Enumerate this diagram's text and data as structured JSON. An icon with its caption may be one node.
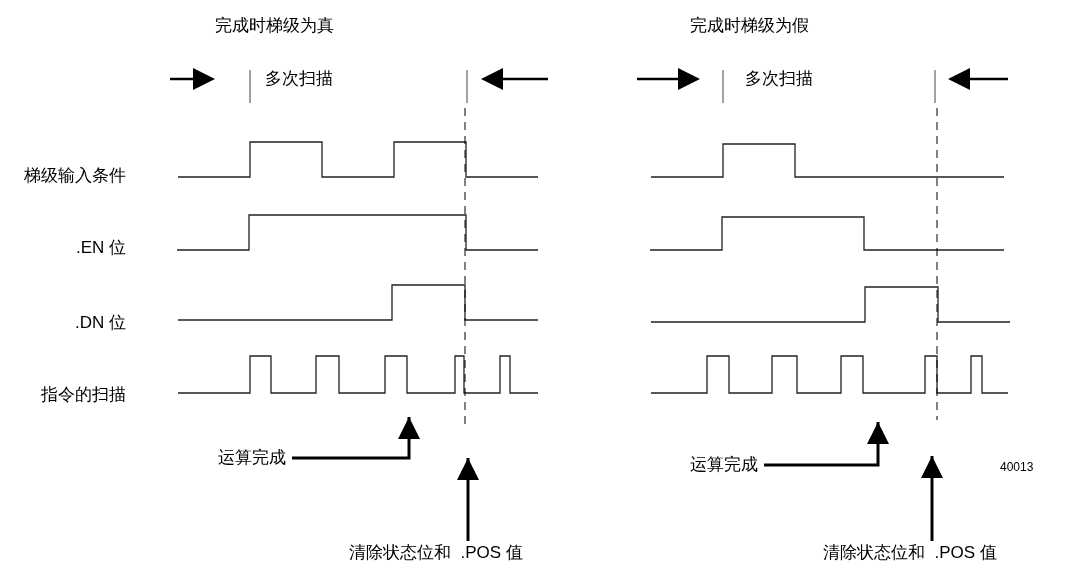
{
  "diagram": {
    "nodes": [
      {
        "text": [
          "运算完成"
        ]
      },
      {
        "text": [
          "清除状态位和  .POS 值"
        ]
      },
      {
        "text": [
          "运算完成"
        ]
      },
      {
        "text": [
          "清除状态位和  .POS 值"
        ]
      }
    ],
    "edges": [
      {
        "from": 0,
        "to": null,
        "arrow": "to"
      },
      {
        "from": 1,
        "to": null,
        "arrow": "to"
      },
      {
        "from": 2,
        "to": null,
        "arrow": "to"
      },
      {
        "from": 3,
        "to": null,
        "arrow": "to"
      }
    ],
    "labels": [
      "完成时梯级为真",
      "完成时梯级为假",
      "多次扫描",
      "多次扫描",
      "梯级输入条件",
      ".EN 位",
      ".DN 位",
      "指令的扫描",
      "40013"
    ]
  }
}
